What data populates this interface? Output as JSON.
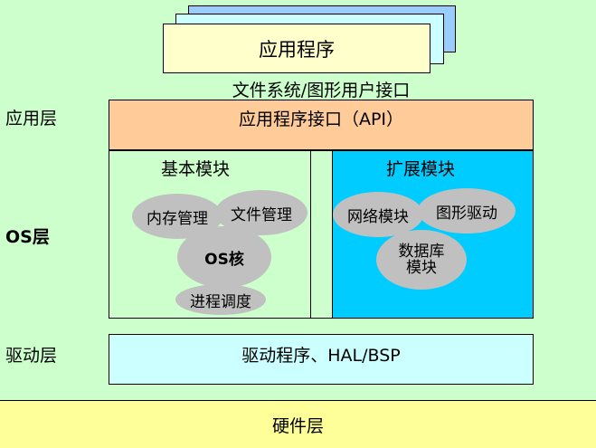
{
  "application": {
    "label": "应用程序"
  },
  "file_gui_interface": {
    "label": "文件系统/图形用户接口"
  },
  "layers": {
    "app_layer": "应用层",
    "os_layer": "OS层",
    "driver_layer": "驱动层"
  },
  "api_bar": {
    "label": "应用程序接口（API）"
  },
  "basic_modules": {
    "title": "基本模块",
    "memory": "内存管理",
    "file": "文件管理",
    "kernel": "OS核",
    "process": "进程调度"
  },
  "extension_modules": {
    "title": "扩展模块",
    "network": "网络模块",
    "graphics": "图形驱动",
    "database": "数据库\n模块"
  },
  "driver_bar": {
    "label": "驱动程序、HAL/BSP"
  },
  "hardware_bar": {
    "label": "硬件层"
  },
  "colors": {
    "background": "#ccffcc",
    "api": "#ffcc99",
    "extension_panel": "#00ccff",
    "driver": "#ccffff",
    "hardware": "#ffff99",
    "module_ellipse": "#c0c0c0"
  }
}
